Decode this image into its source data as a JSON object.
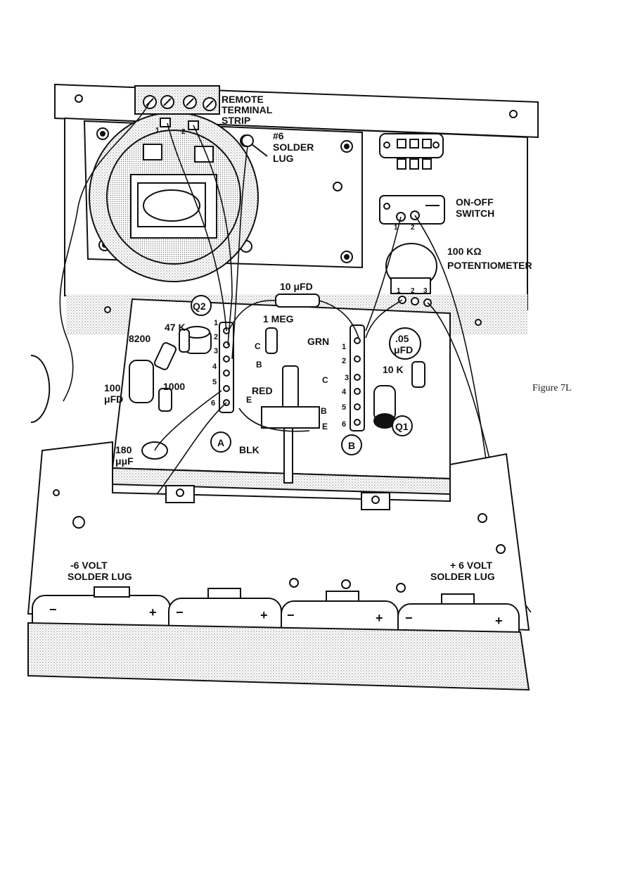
{
  "figure": {
    "caption": "Figure 7L"
  },
  "labels": {
    "remote_terminal_strip": [
      "REMOTE",
      "TERMINAL",
      "STRIP"
    ],
    "solder_lug_6": [
      "#6",
      "SOLDER",
      "LUG"
    ],
    "on_off_switch": [
      "ON-OFF",
      "SWITCH"
    ],
    "potentiometer": [
      "100 KΩ",
      "POTENTIOMETER"
    ],
    "cap_10ufd": "10 μFD",
    "q2": "Q2",
    "q1": "Q1",
    "r_47k": "47 K",
    "r_8200": "8200",
    "r_1meg": "1 MEG",
    "grn": "GRN",
    "cap_05ufd": [
      ".05",
      "μFD"
    ],
    "r_10k": "10 K",
    "cap_100ufd": [
      "100",
      "μFD"
    ],
    "r_1000": "1000",
    "red": "RED",
    "blk": "BLK",
    "strip_a": "A",
    "strip_b": "B",
    "cap_180uuf": [
      "180",
      "μμF"
    ],
    "neg_lug": [
      "-6 VOLT",
      "SOLDER LUG"
    ],
    "pos_lug": [
      "+ 6 VOLT",
      "SOLDER LUG"
    ],
    "minus": "−",
    "plus": "+"
  },
  "terminal_numbers": {
    "remote": [
      "1",
      "2"
    ],
    "switch": [
      "1",
      "2"
    ],
    "pot": [
      "1",
      "2",
      "3"
    ],
    "strip_a": [
      "1",
      "2",
      "3",
      "4",
      "5",
      "6"
    ],
    "strip_b": [
      "1",
      "2",
      "3",
      "4",
      "5",
      "6"
    ]
  },
  "transistor_leads": {
    "q2": [
      "C",
      "B",
      "E"
    ],
    "q1": [
      "C",
      "B",
      "E"
    ]
  },
  "colors": {
    "ink": "#111111",
    "stipple": "#d8d8d8",
    "panel": "#ffffff"
  }
}
